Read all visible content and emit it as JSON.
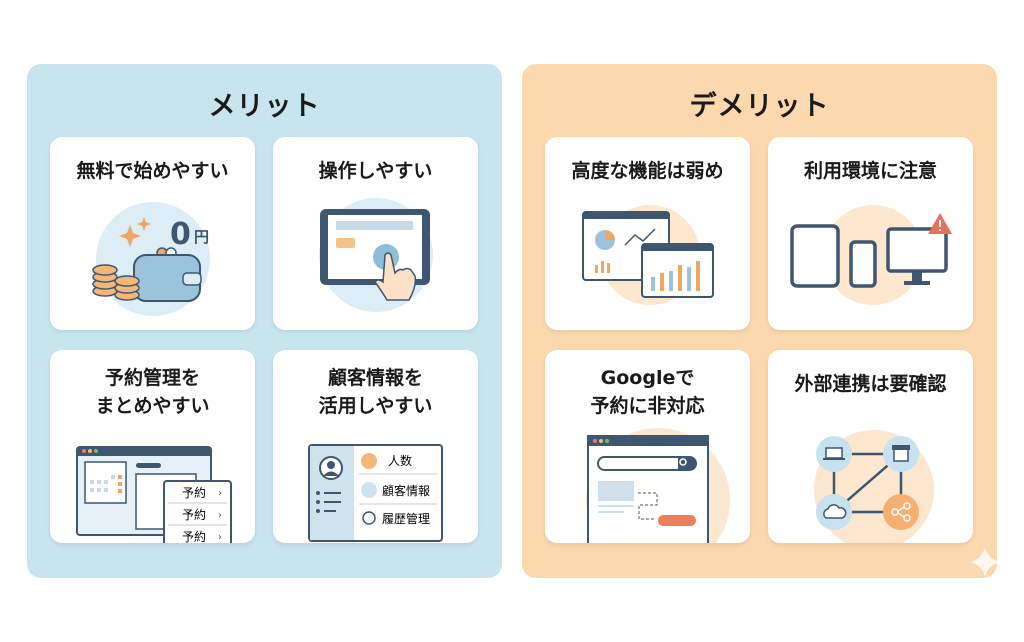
{
  "merit": {
    "title": "メリット",
    "cards": [
      {
        "title": "無料で始めやすい",
        "icon": "wallet-coins-icon",
        "price_number": "0",
        "price_unit": "円"
      },
      {
        "title": "操作しやすい",
        "icon": "tablet-touch-icon"
      },
      {
        "title_lines": [
          "予約管理を",
          "まとめやすい"
        ],
        "icon": "calendar-reservation-icon",
        "list_items": [
          "予約",
          "予約",
          "予約"
        ]
      },
      {
        "title_lines": [
          "顧客情報を",
          "活用しやすい"
        ],
        "icon": "customer-profile-icon",
        "rows": [
          "人数",
          "顧客情報",
          "履歴管理"
        ]
      }
    ]
  },
  "demerit": {
    "title": "デメリット",
    "cards": [
      {
        "title": "高度な機能は弱め",
        "icon": "analytics-dashboard-icon"
      },
      {
        "title": "利用環境に注意",
        "icon": "devices-warning-icon"
      },
      {
        "title_lines": [
          "Googleで",
          "予約に非対応"
        ],
        "icon": "search-browser-icon"
      },
      {
        "title": "外部連携は要確認",
        "icon": "integration-network-icon"
      }
    ]
  },
  "colors": {
    "merit_bg": "#c7e4ef",
    "demerit_bg": "#fbd8ad",
    "navy": "#3f5670",
    "orange": "#f0a860"
  }
}
